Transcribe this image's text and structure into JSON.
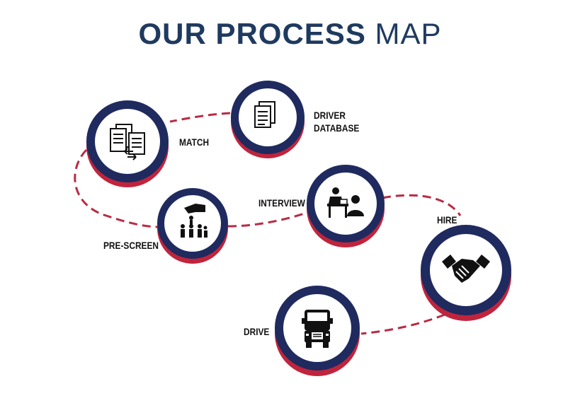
{
  "title": {
    "bold": "OUR PROCESS",
    "light": "MAP"
  },
  "colors": {
    "navy": "#1f2a5f",
    "crimson": "#c0243c",
    "path": "#b82b43",
    "title": "#1f3a5f"
  },
  "steps": [
    {
      "id": "driver-database",
      "label": "DRIVER DATABASE",
      "icon": "documents-icon"
    },
    {
      "id": "match",
      "label": "MATCH",
      "icon": "document-exchange-icon"
    },
    {
      "id": "pre-screen",
      "label": "PRE-SCREEN",
      "icon": "hand-picking-people-icon"
    },
    {
      "id": "interview",
      "label": "INTERVIEW",
      "icon": "interview-desk-icon"
    },
    {
      "id": "hire",
      "label": "HIRE",
      "icon": "handshake-icon"
    },
    {
      "id": "drive",
      "label": "DRIVE",
      "icon": "truck-icon"
    }
  ]
}
